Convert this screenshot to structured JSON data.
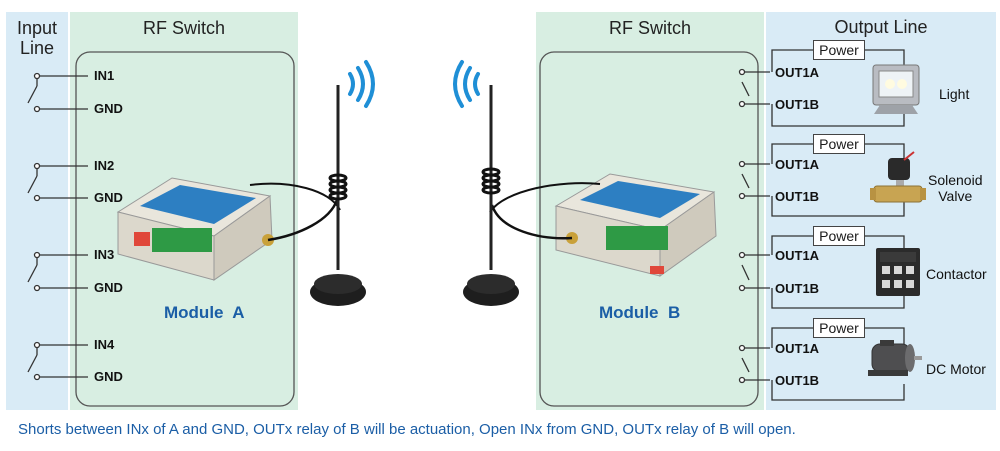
{
  "input_line": {
    "title_line1": "Input",
    "title_line2": "Line"
  },
  "rf_switch_a": {
    "title": "RF Switch",
    "module_label": "Module  A"
  },
  "rf_switch_b": {
    "title": "RF Switch",
    "module_label": "Module  B"
  },
  "output_line": {
    "title": "Output Line"
  },
  "inputs": [
    {
      "in_label": "IN1",
      "gnd_label": "GND"
    },
    {
      "in_label": "IN2",
      "gnd_label": "GND"
    },
    {
      "in_label": "IN3",
      "gnd_label": "GND"
    },
    {
      "in_label": "IN4",
      "gnd_label": "GND"
    }
  ],
  "outputs": [
    {
      "power_label": "Power",
      "out_a": "OUT1A",
      "out_b": "OUT1B",
      "device": "Light",
      "device_icon": "floodlight-icon"
    },
    {
      "power_label": "Power",
      "out_a": "OUT1A",
      "out_b": "OUT1B",
      "device_line1": "Solenoid",
      "device_line2": "Valve",
      "device_icon": "solenoid-valve-icon"
    },
    {
      "power_label": "Power",
      "out_a": "OUT1A",
      "out_b": "OUT1B",
      "device": "Contactor",
      "device_icon": "contactor-icon"
    },
    {
      "power_label": "Power",
      "out_a": "OUT1A",
      "out_b": "OUT1B",
      "device": "DC Motor",
      "device_icon": "motor-icon"
    }
  ],
  "caption": "Shorts between INx of A and GND, OUTx relay of B will be actuation, Open INx from GND, OUTx relay of B will open.",
  "colors": {
    "input_panel": "#d9ebf6",
    "switch_panel": "#d8eee2",
    "accent_text": "#1b5ea6"
  }
}
